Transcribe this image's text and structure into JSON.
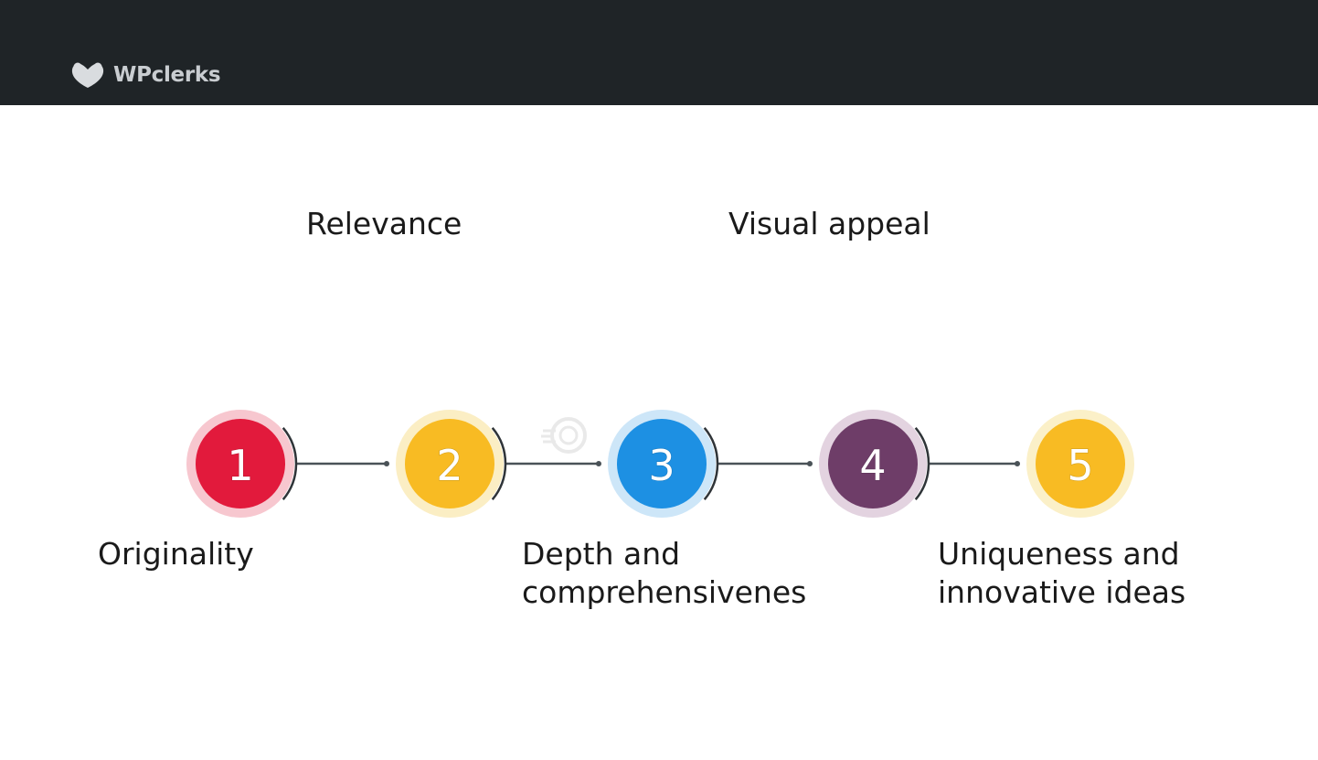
{
  "brand": {
    "name": "WPclerks",
    "icon": "heart-paws-icon"
  },
  "diagram": {
    "steps": [
      {
        "number": "1",
        "label": "Originality",
        "position": "below",
        "color": "#e21a3c",
        "halo": "#f7c7cf"
      },
      {
        "number": "2",
        "label": "Relevance",
        "position": "above",
        "color": "#f8bb23",
        "halo": "#fbeec4"
      },
      {
        "number": "3",
        "label": "Depth and\ncomprehensivenes",
        "position": "below",
        "color": "#1d90e3",
        "halo": "#cde6f8"
      },
      {
        "number": "4",
        "label": "Visual appeal",
        "position": "above",
        "color": "#6e3d68",
        "halo": "#e3d3e0"
      },
      {
        "number": "5",
        "label": "Uniqueness and\ninnovative ideas",
        "position": "below",
        "color": "#f8bb23",
        "halo": "#fbf0c8"
      }
    ],
    "connector_color": "#4a5257"
  }
}
